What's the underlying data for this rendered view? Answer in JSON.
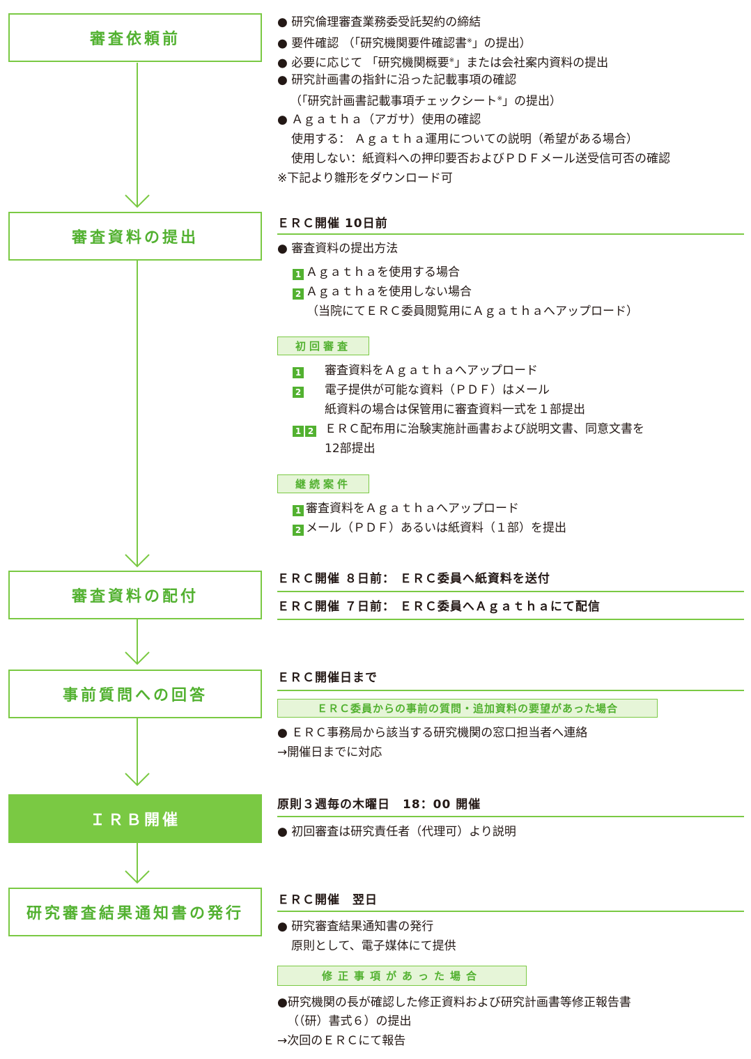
{
  "steps": {
    "s1": "審査依頼前",
    "s2": "審査資料の提出",
    "s3": "審査資料の配付",
    "s4": "事前質問への回答",
    "s5": "ＩＲＢ開催",
    "s6": "研究審査結果通知書の発行"
  },
  "sec1": {
    "l1": "● 研究倫理審査業務委受託契約の締結",
    "l2": "● 要件確認 （「研究機関要件確認書",
    "l2b": "」の提出）",
    "l3": "● 必要に応じて 「研究機関概要",
    "l3b": "」または会社案内資料の提出",
    "l4": "● 研究計画書の指針に沿った記載事項の確認",
    "l5": "（「研究計画書記載事項チェックシート",
    "l5b": "」の提出）",
    "l6": "● Ａｇａｔｈａ（アガサ）使用の確認",
    "l7": "使用する： Ａｇａｔｈａ運用についての説明（希望がある場合）",
    "l8": "使用しない：紙資料への押印要否およびＰＤＦメール送受信可否の確認",
    "l9": "※下記より雛形をダウンロード可",
    "mark": "※"
  },
  "sec2": {
    "header": "ＥＲＣ開催 10日前",
    "bullet": "● 審査資料の提出方法",
    "o1": "Ａｇａｔｈａを使用する場合",
    "o2": "Ａｇａｔｈａを使用しない場合",
    "o2note": "（当院にてＥＲＣ委員閲覧用にＡｇａｔｈａへアップロード）",
    "tag1": "初回審査",
    "i1": "審査資料をＡｇａｔｈａへアップロード",
    "i2": "電子提供が可能な資料（ＰＤＦ）はメール",
    "i2b": "紙資料の場合は保管用に審査資料一式を１部提出",
    "i3": "ＥＲＣ配布用に治験実施計画書および説明文書、同意文書を",
    "i3b": "12部提出",
    "tag2": "継続案件",
    "c1": "審査資料をＡｇａｔｈａへアップロード",
    "c2": "メール（ＰＤＦ）あるいは紙資料（１部）を提出",
    "n1": "1",
    "n2": "2"
  },
  "sec3": {
    "l1": "ＥＲＣ開催 ８日前： ＥＲＣ委員へ紙資料を送付",
    "l2": "ＥＲＣ開催 ７日前： ＥＲＣ委員へＡｇａｔｈａにて配信"
  },
  "sec4": {
    "header": "ＥＲＣ開催日まで",
    "tag": "ＥＲＣ委員からの事前の質問・追加資料の要望があった場合",
    "l1": "● ＥＲＣ事務局から該当する研究機関の窓口担当者へ連絡",
    "l2": "→開催日までに対応"
  },
  "sec5": {
    "header": "原則３週毎の木曜日　18：00 開催",
    "l1": "● 初回審査は研究責任者（代理可）より説明"
  },
  "sec6": {
    "header": "ＥＲＣ開催　翌日",
    "l1": "● 研究審査結果通知書の発行",
    "l2": "原則として、電子媒体にて提供",
    "tag": "修正事項があった場合",
    "l3": "●研究機関の長が確認した修正資料および研究計画書等修正報告書",
    "l4": "（（研）書式６）の提出",
    "l5": "→次回のＥＲＣにて報告"
  },
  "colors": {
    "accent": "#7ac943",
    "accent_dark": "#52b130",
    "tag_bg": "#e6f5d8"
  }
}
